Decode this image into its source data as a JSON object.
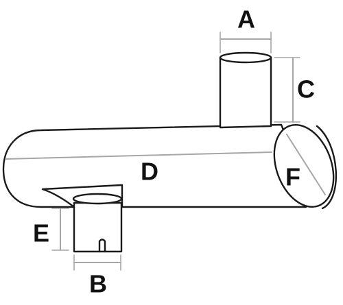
{
  "colors": {
    "outline": "#1a1a1a",
    "dimension": "#a6a6a6",
    "label": "#111111",
    "background": "#ffffff"
  },
  "labels": {
    "a": "A",
    "b": "B",
    "c": "C",
    "d": "D",
    "e": "E",
    "f": "F"
  }
}
